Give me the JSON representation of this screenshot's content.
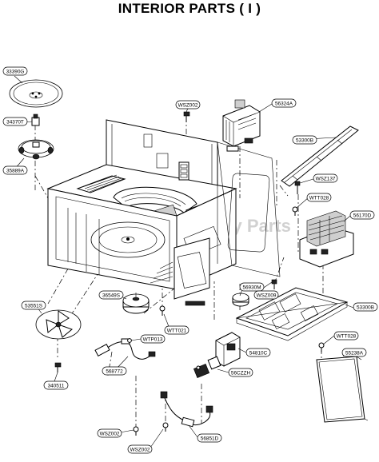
{
  "title": "INTERIOR PARTS ( I )",
  "watermark": "Appliance Factory Parts",
  "callouts": [
    {
      "id": "c-33390G",
      "label": "33390G"
    },
    {
      "id": "c-34370T",
      "label": "34370T"
    },
    {
      "id": "c-35889A",
      "label": "35889A"
    },
    {
      "id": "c-WSZ002-top",
      "label": "WSZ002"
    },
    {
      "id": "c-56324A",
      "label": "56324A"
    },
    {
      "id": "c-53300B-top",
      "label": "53300B"
    },
    {
      "id": "c-WSZ137",
      "label": "WSZ137"
    },
    {
      "id": "c-WTT028-top",
      "label": "WTT028"
    },
    {
      "id": "c-56170D",
      "label": "56170D"
    },
    {
      "id": "c-53551S",
      "label": "53551S"
    },
    {
      "id": "c-36549S",
      "label": "36549S"
    },
    {
      "id": "c-56930M",
      "label": "56930M"
    },
    {
      "id": "c-WSZ009",
      "label": "WSZ009"
    },
    {
      "id": "c-53300B-bot",
      "label": "53300B"
    },
    {
      "id": "c-WTT021",
      "label": "WTT021"
    },
    {
      "id": "c-WTP013",
      "label": "WTP013"
    },
    {
      "id": "c-54810C",
      "label": "54810C"
    },
    {
      "id": "c-WTT028-bot",
      "label": "WTT028"
    },
    {
      "id": "c-55238A",
      "label": "55238A"
    },
    {
      "id": "c-56877Z",
      "label": "568772"
    },
    {
      "id": "c-56CZZH",
      "label": "56CZZH"
    },
    {
      "id": "c-340511",
      "label": "340511"
    },
    {
      "id": "c-WSZ002-b1",
      "label": "WSZ002"
    },
    {
      "id": "c-WSZ002-b2",
      "label": "WSZ002"
    },
    {
      "id": "c-56851D",
      "label": "56851D"
    }
  ]
}
